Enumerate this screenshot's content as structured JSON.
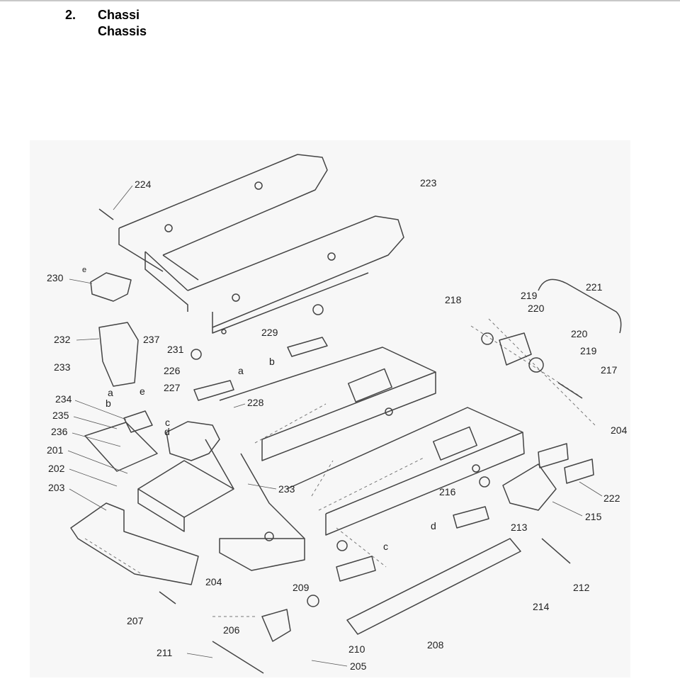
{
  "header": {
    "number": "2.",
    "title": "Chassi",
    "subtitle": "Chassis"
  },
  "diagram": {
    "callouts": [
      "224",
      "223",
      "230",
      "e",
      "221",
      "219",
      "220",
      "218",
      "220",
      "219",
      "217",
      "232",
      "237",
      "229",
      "231",
      "b",
      "226",
      "a",
      "233",
      "227",
      "e",
      "228",
      "234",
      "a",
      "b",
      "235",
      "c",
      "d",
      "236",
      "204",
      "201",
      "222",
      "202",
      "233",
      "216",
      "215",
      "203",
      "d",
      "213",
      "c",
      "212",
      "204",
      "209",
      "214",
      "207",
      "206",
      "210",
      "208",
      "211",
      "205"
    ]
  }
}
